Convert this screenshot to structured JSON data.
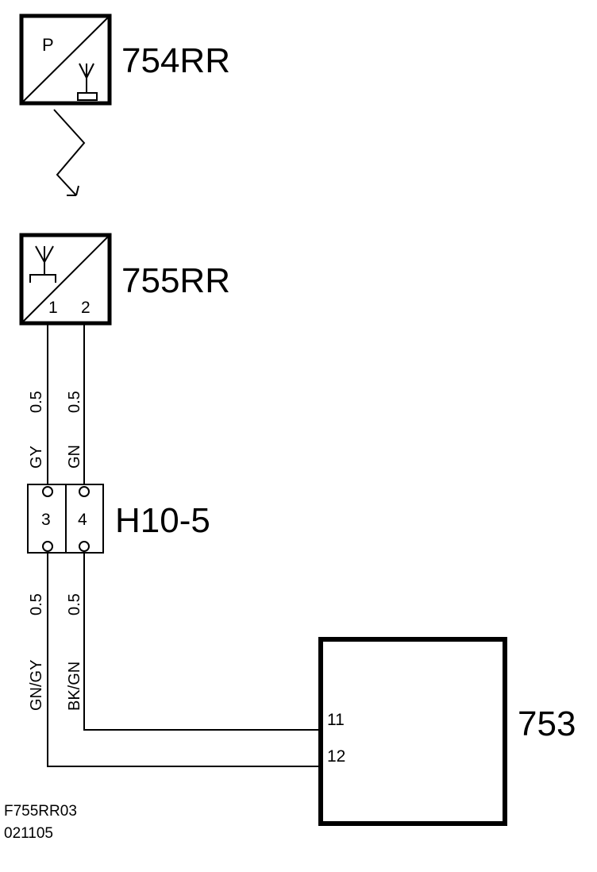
{
  "components": {
    "transmitter": {
      "id": "754RR",
      "symbol_letter": "P"
    },
    "receiver": {
      "id": "755RR",
      "pins": [
        "1",
        "2"
      ]
    },
    "connector": {
      "id": "H10-5",
      "pins": [
        "3",
        "4"
      ]
    },
    "module": {
      "id": "753",
      "pins": [
        "11",
        "12"
      ]
    }
  },
  "wires": {
    "upper": [
      {
        "color": "GY",
        "size": "0.5"
      },
      {
        "color": "GN",
        "size": "0.5"
      }
    ],
    "lower": [
      {
        "color": "GN/GY",
        "size": "0.5"
      },
      {
        "color": "BK/GN",
        "size": "0.5"
      }
    ]
  },
  "footer": {
    "code": "F755RR03",
    "date": "021105"
  }
}
